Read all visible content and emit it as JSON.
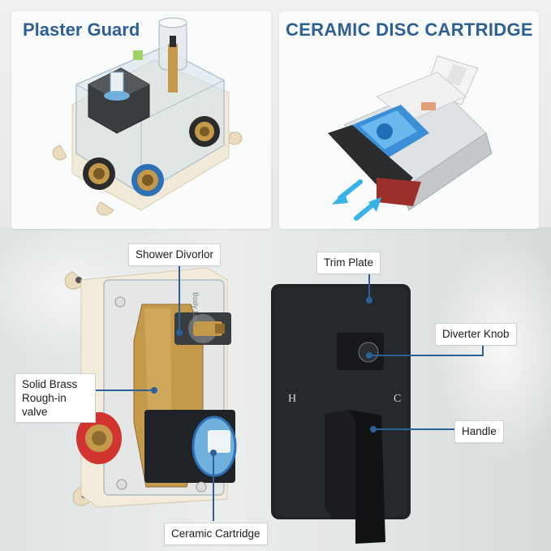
{
  "panels": {
    "plaster_guard": {
      "title": "Plaster Guard"
    },
    "ceramic_disc": {
      "title": "CERAMIC DISC CARTRIDGE"
    }
  },
  "callouts": {
    "shower_divorlor": "Shower Divorlor",
    "solid_brass": "Solid Brass Rough-in valve",
    "ceramic_cartridge": "Ceramic Cartridge",
    "trim_plate": "Trim Plate",
    "diverter_knob": "Diverter Knob",
    "handle": "Handle"
  },
  "plate_marks": {
    "hot": "H",
    "cold": "C"
  },
  "valve_text": "Body Less",
  "icons": [
    "plaster-guard-photo",
    "ceramic-cartridge-cutaway",
    "water-flow-arrow-icon",
    "rough-in-valve-photo",
    "trim-plate-photo"
  ],
  "colors": {
    "accent": "#2e5f97",
    "plate": "#1f2226",
    "brass": "#c49a4a",
    "seal_red": "#d23530",
    "seal_blue": "#2f6fb6"
  }
}
